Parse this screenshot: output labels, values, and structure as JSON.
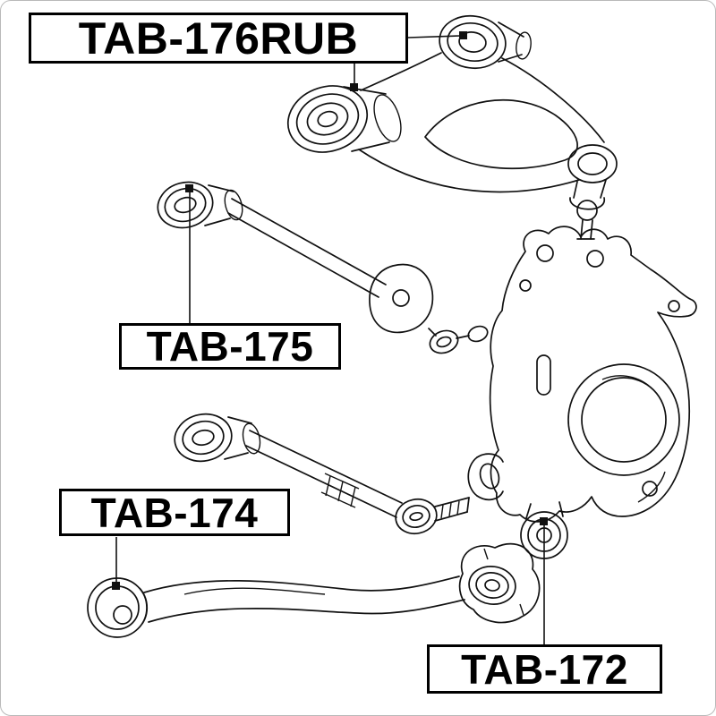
{
  "image": {
    "type": "suspension-parts-diagram",
    "background": "#ffffff",
    "line_color": "#111111",
    "frame_border_color": "#b9b9b9",
    "label_border_color": "#000000",
    "label_text_color": "#000000"
  },
  "callouts": [
    {
      "label": "TAB-176RUB"
    },
    {
      "label": "TAB-175"
    },
    {
      "label": "TAB-174"
    },
    {
      "label": "TAB-172"
    }
  ],
  "parts": [
    "upper-control-arm",
    "upper-arm-rear-bushing",
    "upper-arm-front-bushing",
    "ball-joint",
    "steering-knuckle",
    "hub-bore",
    "knuckle-lower-bushing",
    "upper-lateral-rod",
    "upper-lateral-rod-bushing",
    "lower-lateral-rod",
    "lower-lateral-rod-bushing",
    "lower-control-arm",
    "lower-control-arm-bushing"
  ]
}
